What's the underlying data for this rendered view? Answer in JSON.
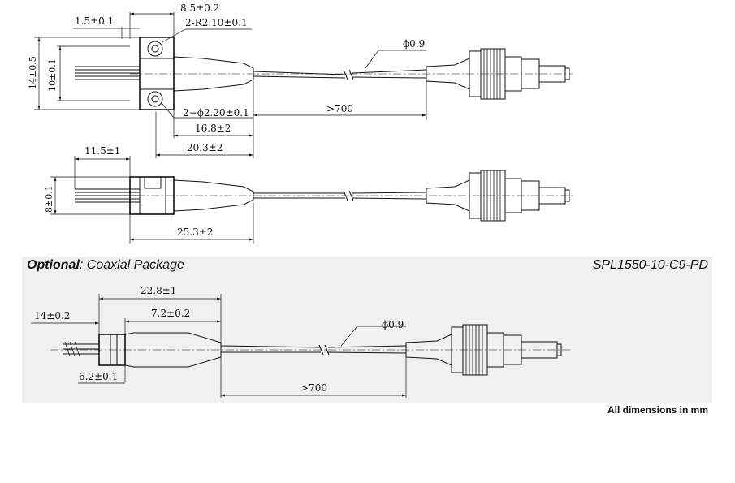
{
  "top_view": {
    "dim_width": "8.5±0.2",
    "dim_offset": "1.5±0.1",
    "dim_radius": "2-R2.10±0.1",
    "dim_height_outer": "14±0.5",
    "dim_height_inner": "10±0.1",
    "dim_fiber_diameter": "ϕ0.9",
    "dim_hole": "2−ϕ2.20±0.1",
    "dim_fiber_length": ">700",
    "dim_body": "16.8±2",
    "dim_body_total": "20.3±2"
  },
  "side_view": {
    "dim_pins": "11.5±1",
    "dim_height": "8±0.1",
    "dim_length": "25.3±2"
  },
  "coaxial": {
    "header_bold": "Optional",
    "header_rest": ": Coaxial Package",
    "part_number": "SPL1550-10-C9-PD",
    "dim_total": "22.8±1",
    "dim_left": "14±0.2",
    "dim_mid": "7.2±0.2",
    "dim_fiber_diameter": "ϕ0.9",
    "dim_diameter": "6.2±0.1",
    "dim_fiber_length": ">700"
  },
  "footer_note": "All dimensions in mm"
}
